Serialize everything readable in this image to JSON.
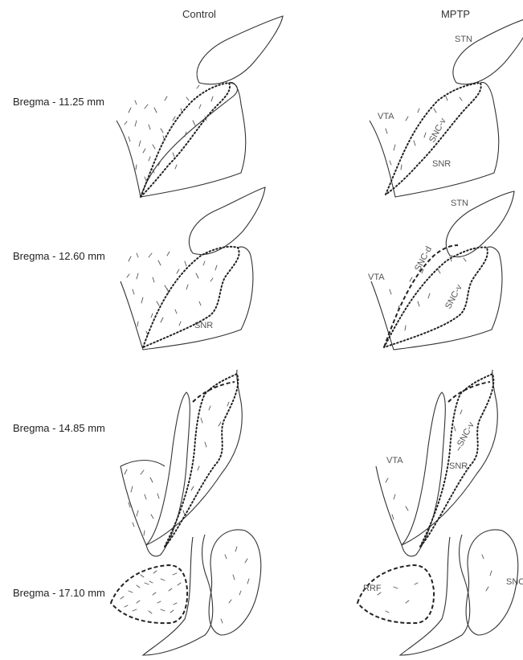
{
  "columns": {
    "left": "Control",
    "right": "MPTP"
  },
  "rows": [
    {
      "label": "Bregma - 11.25 mm"
    },
    {
      "label": "Bregma - 12.60 mm"
    },
    {
      "label": "Bregma - 14.85 mm"
    },
    {
      "label": "Bregma - 17.10 mm"
    }
  ],
  "regions": {
    "r1_control": [],
    "r1_mptp": [
      "STN",
      "VTA",
      "SNC-v",
      "SNR"
    ],
    "r2_control": [
      "SNR"
    ],
    "r2_mptp": [
      "STN",
      "SNC-d",
      "VTA",
      "SNC-v"
    ],
    "r3_control": [],
    "r3_mptp": [
      "VTA",
      "SNC-v",
      "SNR"
    ],
    "r4_control": [],
    "r4_mptp": [
      "RRF",
      "SNC"
    ]
  },
  "colors": {
    "line": "#333333",
    "label": "#555555"
  }
}
